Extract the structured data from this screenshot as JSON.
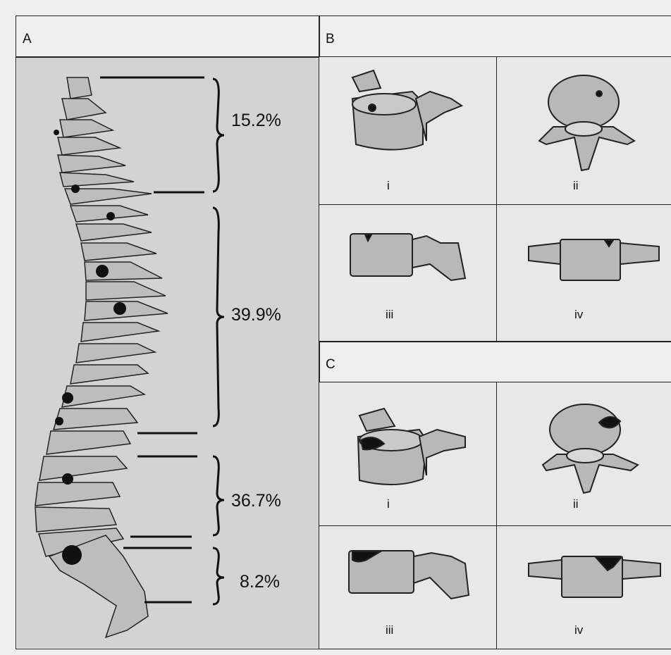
{
  "panel_a": {
    "label": "A",
    "regions": [
      {
        "percent": "15.2%"
      },
      {
        "percent": "39.9%"
      },
      {
        "percent": "36.7%"
      },
      {
        "percent": "8.2%"
      }
    ]
  },
  "panel_b": {
    "label": "B",
    "views": [
      "i",
      "ii",
      "iii",
      "iv"
    ]
  },
  "panel_c": {
    "label": "C",
    "views": [
      "i",
      "ii",
      "iii",
      "iv"
    ]
  },
  "colors": {
    "spine_background": "#d3d3d3",
    "bone": "#bdbdbd",
    "lesion": "#111111"
  }
}
